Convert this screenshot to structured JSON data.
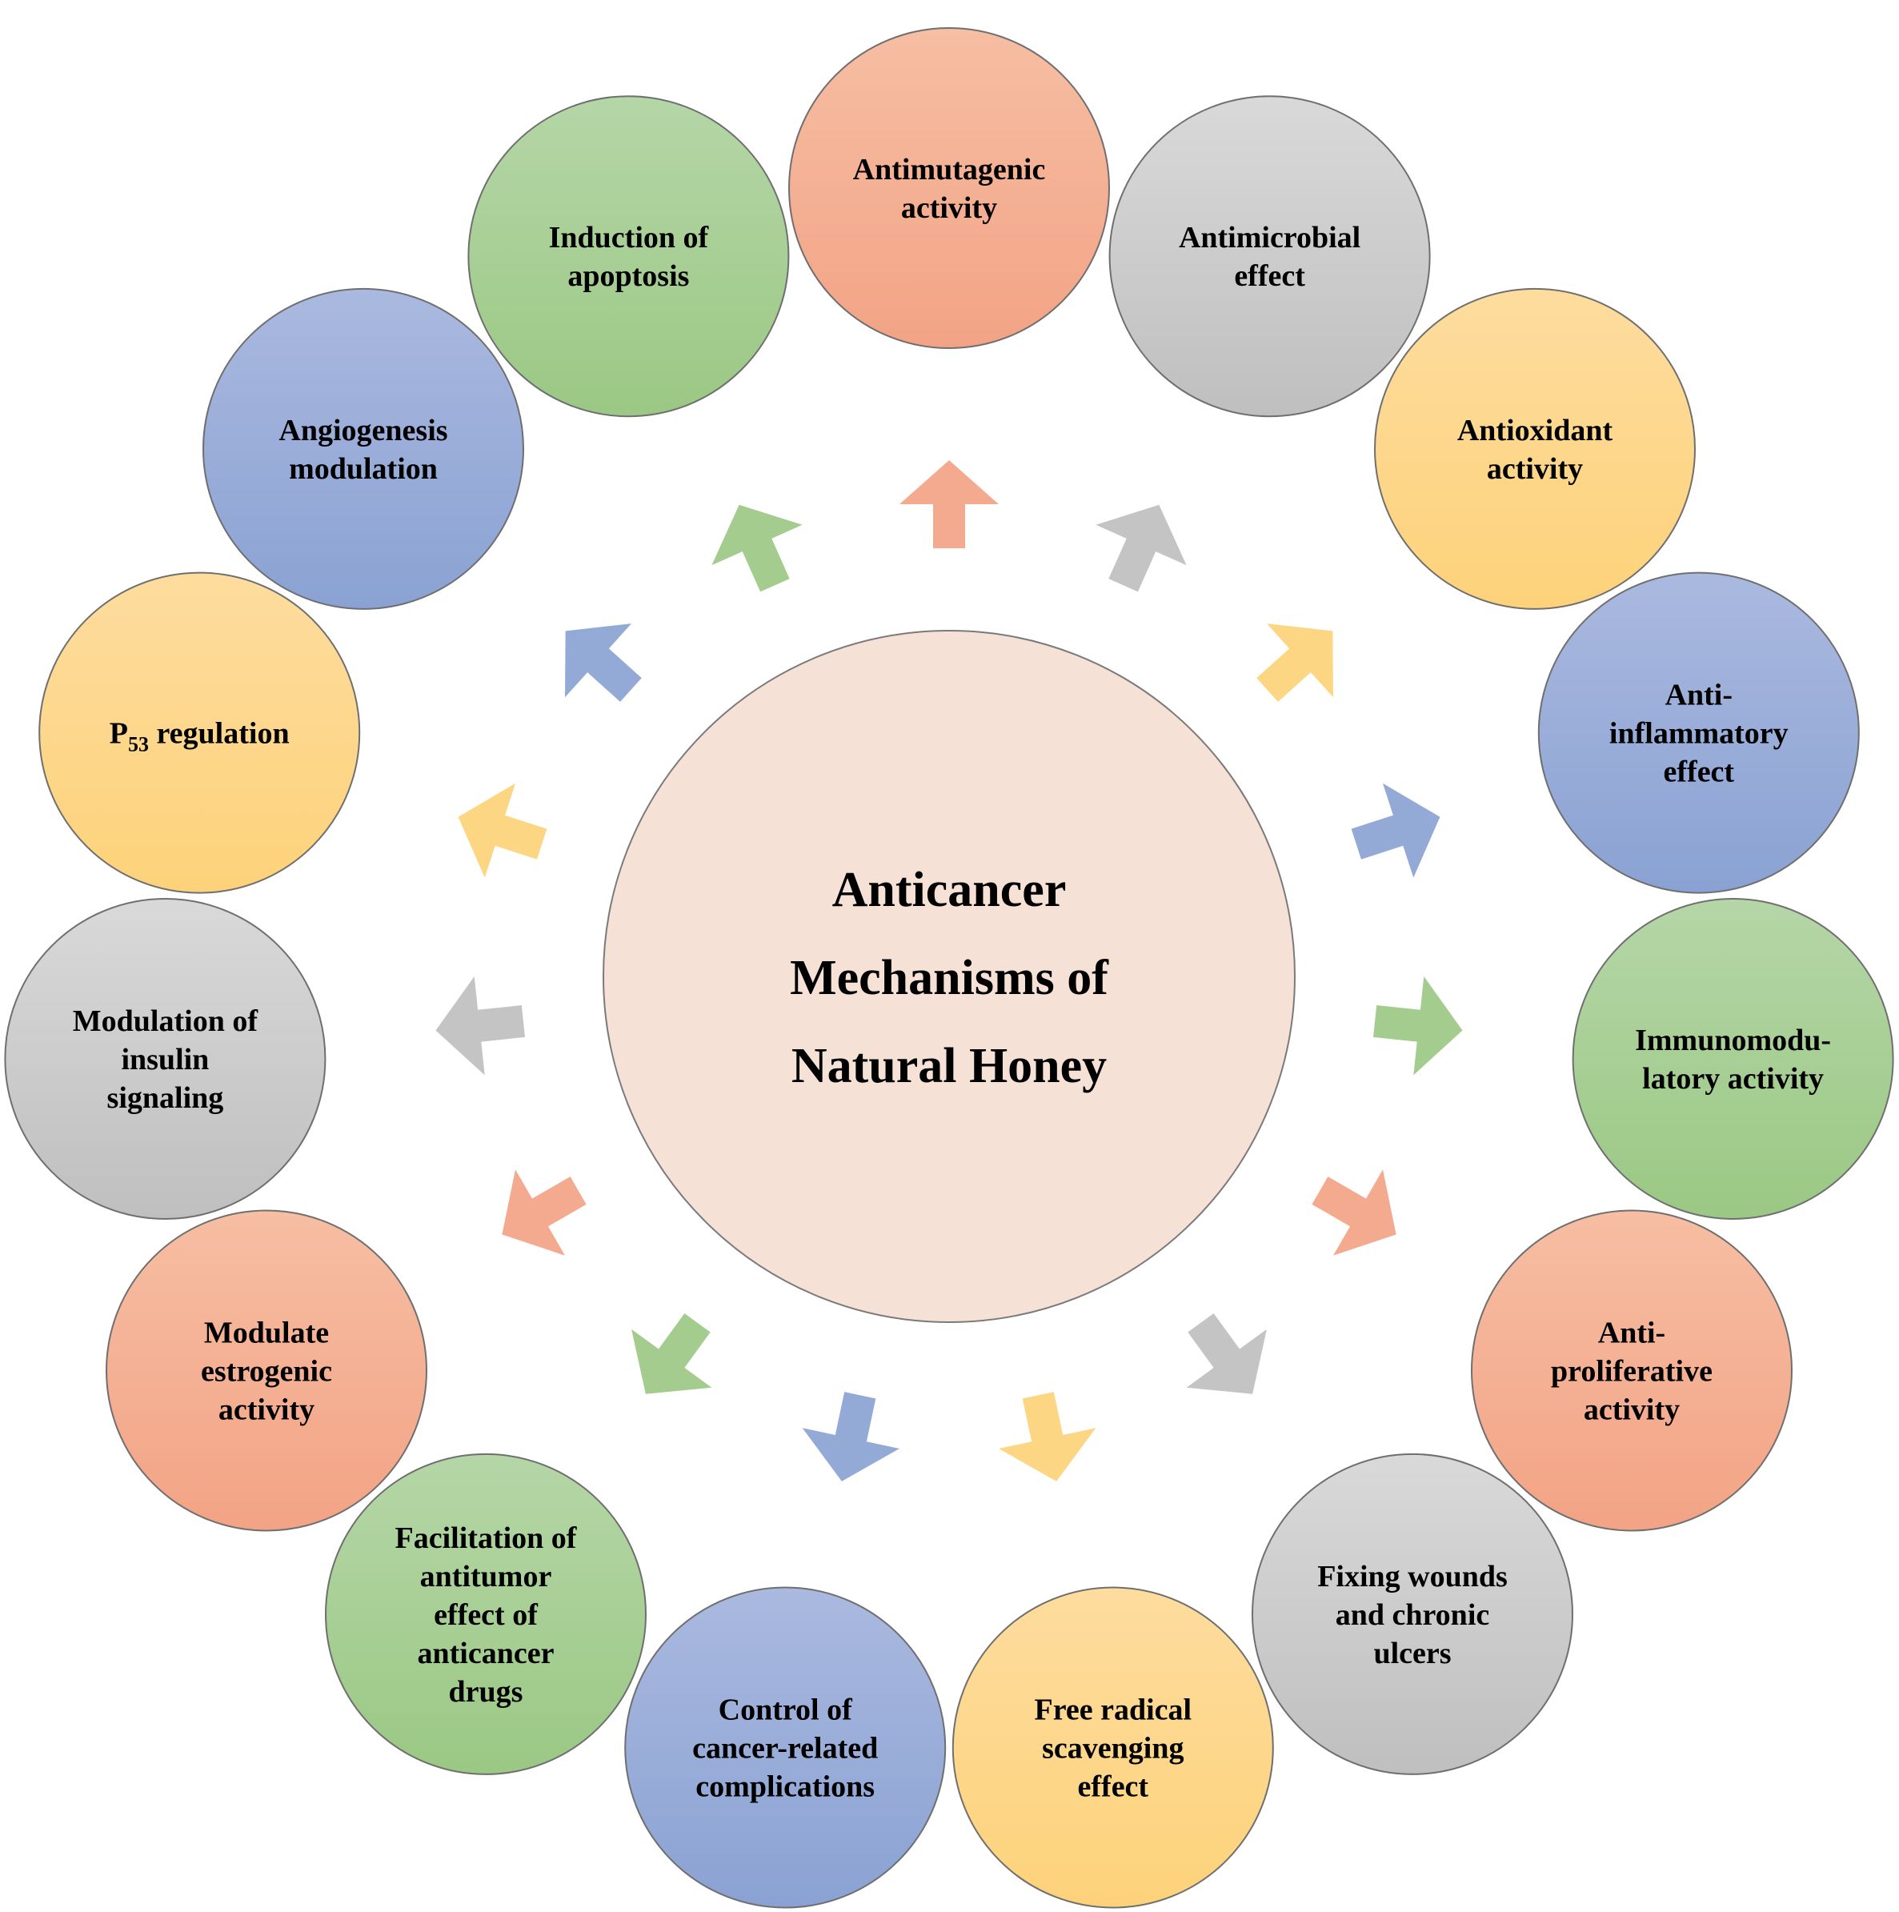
{
  "center": {
    "lines": [
      "Anticancer",
      "Mechanisms of",
      "Natural Honey"
    ],
    "color": "#f6e1d6"
  },
  "palette": {
    "orange": [
      "#f6bea3",
      "#f3a385"
    ],
    "gray": [
      "#d9d9d9",
      "#bfbfbf"
    ],
    "yellow": [
      "#fddc9e",
      "#fdd27a"
    ],
    "blue": [
      "#aab9df",
      "#8aa2d3"
    ],
    "green": [
      "#b5d6a7",
      "#9bc884"
    ]
  },
  "nodes": [
    {
      "lines": [
        "Antimutagenic",
        "activity"
      ],
      "color": "orange"
    },
    {
      "lines": [
        "Antimicrobial",
        "effect"
      ],
      "color": "gray"
    },
    {
      "lines": [
        "Antioxidant",
        "activity"
      ],
      "color": "yellow"
    },
    {
      "lines": [
        "Anti-",
        "inflammatory",
        "effect"
      ],
      "color": "blue"
    },
    {
      "lines": [
        "Immunomodu-",
        "latory activity"
      ],
      "color": "green"
    },
    {
      "lines": [
        "Anti-",
        "proliferative",
        "activity"
      ],
      "color": "orange"
    },
    {
      "lines": [
        "Fixing wounds",
        "and chronic",
        "ulcers"
      ],
      "color": "gray"
    },
    {
      "lines": [
        "Free radical",
        "scavenging",
        "effect"
      ],
      "color": "yellow"
    },
    {
      "lines": [
        "Control of",
        "cancer-related",
        "complications"
      ],
      "color": "blue"
    },
    {
      "lines": [
        "Facilitation of",
        "antitumor",
        "effect of",
        "anticancer",
        "drugs"
      ],
      "color": "green"
    },
    {
      "lines": [
        "Modulate",
        "estrogenic",
        "activity"
      ],
      "color": "orange"
    },
    {
      "lines": [
        "Modulation of",
        "insulin",
        "signaling"
      ],
      "color": "gray"
    },
    {
      "lines": [
        "P53 regulation"
      ],
      "color": "yellow",
      "subscript": {
        "base": "P",
        "sub": "53",
        "rest": " regulation"
      }
    },
    {
      "lines": [
        "Angiogenesis",
        "modulation"
      ],
      "color": "blue"
    },
    {
      "lines": [
        "Induction of",
        "apoptosis"
      ],
      "color": "green"
    }
  ]
}
